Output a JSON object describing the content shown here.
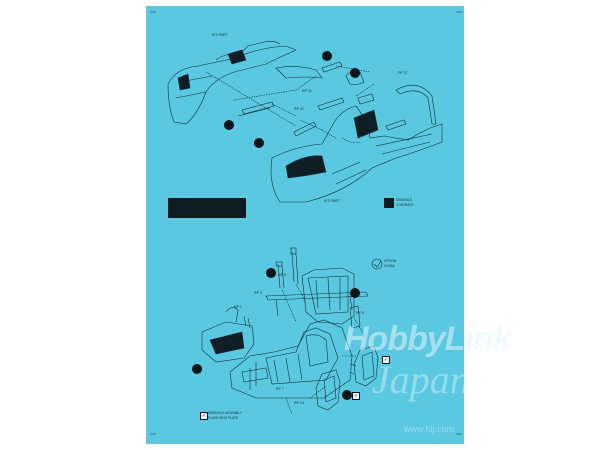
{
  "sheet": {
    "colors": {
      "paper": "#5ac8e0",
      "ink": "#15313a",
      "page": "#ffffff"
    },
    "upper_diagram": {
      "labels": {
        "kit_part_top": "KIT PART",
        "rp21": "RP 21",
        "rp22": "RP 22",
        "pp27": "PP 27",
        "kit_part_bottom": "KIT PART"
      },
      "legend_text": [
        "SEMIVOLE",
        "CONTRAST"
      ]
    },
    "lower_diagram": {
      "option_text": [
        "OPTION",
        "VOLBA"
      ],
      "labels": {
        "rp6": "RP 6",
        "rp3": "RP 3",
        "rp1": "RP 1",
        "rp5": "RP 5",
        "rp7": "RP 7",
        "rp10": "RP 10"
      },
      "bottom_caption": [
        "SEMIVOLE ASSEMBLY",
        "PLACE SEAT PLATE"
      ]
    }
  },
  "watermark": {
    "brand": "HobbyLink",
    "sub": "Japan",
    "url": "www.hlj.com"
  }
}
